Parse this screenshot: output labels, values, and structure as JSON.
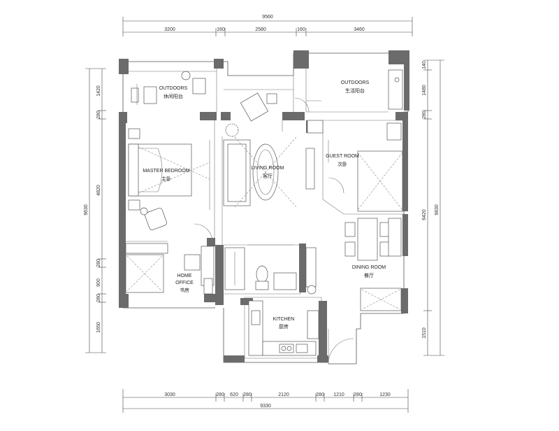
{
  "dims": {
    "top_total": "9560",
    "top": [
      "3200",
      "160",
      "2580",
      "160",
      "3460"
    ],
    "bottom_total": "9330",
    "bottom": [
      "3030",
      "280",
      "620",
      "280",
      "2120",
      "280",
      "1210",
      "280",
      "1230"
    ],
    "left_total": "9630",
    "left": [
      "1420",
      "280",
      "4820",
      "280",
      "900",
      "280",
      "1650"
    ],
    "right_total": "9830",
    "right": [
      "140",
      "1480",
      "280",
      "6420",
      "1510"
    ]
  },
  "rooms": {
    "outdoors_left": {
      "en": "OUTDOORS",
      "cn": "休闲阳台"
    },
    "outdoors_right": {
      "en": "OUTDOORS",
      "cn": "生活阳台"
    },
    "master_bedroom": {
      "en": "MASTER BEDROOM",
      "cn": "主卧"
    },
    "living_room": {
      "en": "LIVING ROOM",
      "cn": "客厅"
    },
    "guest_room": {
      "en": "GUEST ROOM",
      "cn": "次卧"
    },
    "home_office": {
      "en1": "HOME",
      "en2": "OFFICE",
      "cn": "书房"
    },
    "dining_room": {
      "en": "DINING ROOM",
      "cn": "餐厅"
    },
    "kitchen": {
      "en": "KITCHEN",
      "cn": "厨房"
    }
  }
}
